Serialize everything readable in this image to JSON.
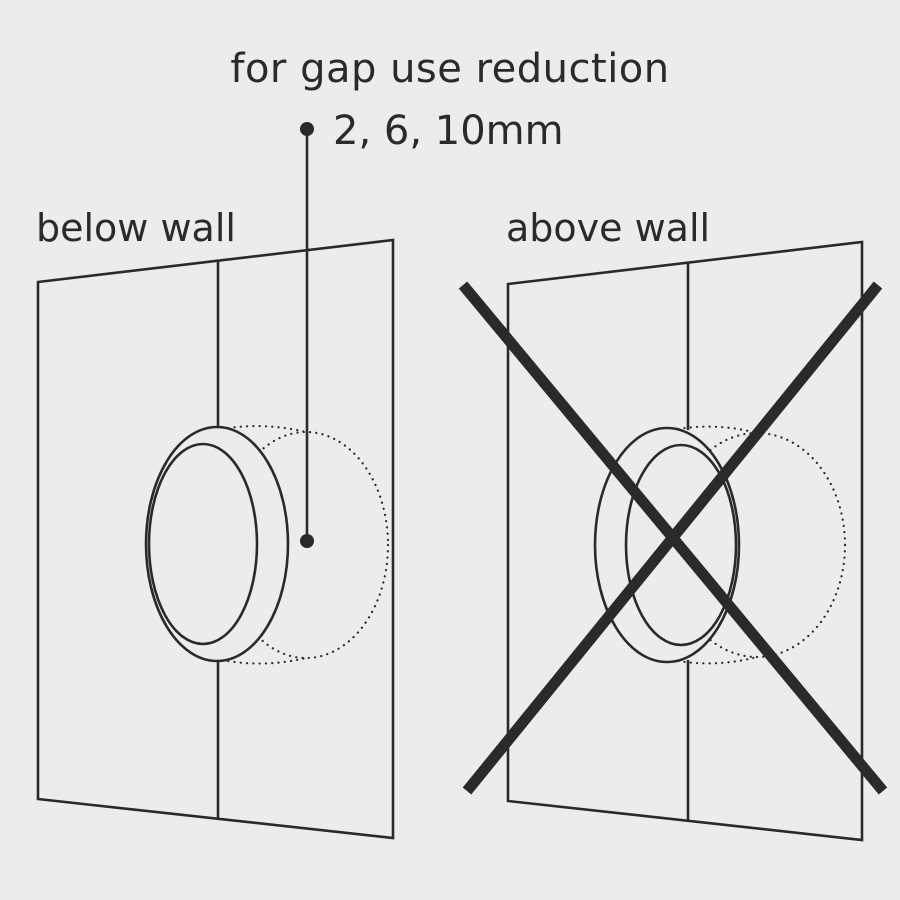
{
  "page": {
    "background_color": "#ececec",
    "line_color": "#2b2a29",
    "text_color": "#2b2a29"
  },
  "annotation": {
    "title": "for gap use reduction",
    "value": "2, 6, 10mm",
    "bullet_marker": "dot-icon",
    "leader_marker": "dot-icon"
  },
  "diagrams": {
    "left": {
      "label": "below wall",
      "marker": "none",
      "shows": "socket recessed below wall surface with dotted depth positions"
    },
    "right": {
      "label": "above wall",
      "marker": "cross-out-x-icon",
      "shows": "socket protruding above wall surface, crossed out as incorrect"
    }
  }
}
